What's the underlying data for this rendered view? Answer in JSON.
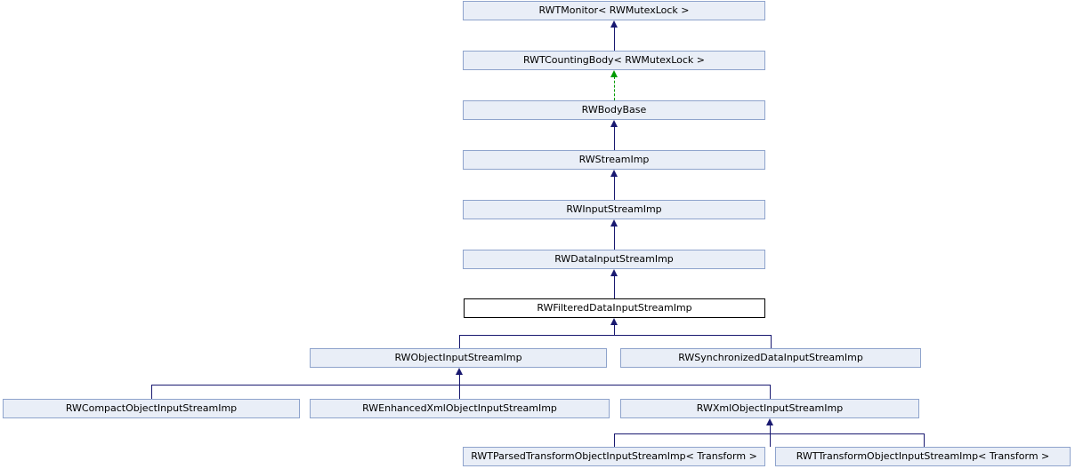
{
  "diagram_type": "class-inheritance-graph",
  "nodes": [
    {
      "label": "RWTMonitor< RWMutexLock >",
      "current": false
    },
    {
      "label": "RWTCountingBody< RWMutexLock >",
      "current": false
    },
    {
      "label": "RWBodyBase",
      "current": false
    },
    {
      "label": "RWStreamImp",
      "current": false
    },
    {
      "label": "RWInputStreamImp",
      "current": false
    },
    {
      "label": "RWDataInputStreamImp",
      "current": false
    },
    {
      "label": "RWFilteredDataInputStreamImp",
      "current": true
    },
    {
      "label": "RWObjectInputStreamImp",
      "current": false
    },
    {
      "label": "RWSynchronizedDataInputStreamImp",
      "current": false
    },
    {
      "label": "RWCompactObjectInputStreamImp",
      "current": false
    },
    {
      "label": "RWEnhancedXmlObjectInputStreamImp",
      "current": false
    },
    {
      "label": "RWXmlObjectInputStreamImp",
      "current": false
    },
    {
      "label": "RWTParsedTransformObjectInputStreamImp< Transform >",
      "current": false
    },
    {
      "label": "RWTTransformObjectInputStreamImp< Transform >",
      "current": false
    }
  ],
  "edges": [
    {
      "from": "RWTCountingBody< RWMutexLock >",
      "to": "RWTMonitor< RWMutexLock >",
      "style": "solid"
    },
    {
      "from": "RWBodyBase",
      "to": "RWTCountingBody< RWMutexLock >",
      "style": "dashed-green"
    },
    {
      "from": "RWStreamImp",
      "to": "RWBodyBase",
      "style": "solid"
    },
    {
      "from": "RWInputStreamImp",
      "to": "RWStreamImp",
      "style": "solid"
    },
    {
      "from": "RWDataInputStreamImp",
      "to": "RWInputStreamImp",
      "style": "solid"
    },
    {
      "from": "RWFilteredDataInputStreamImp",
      "to": "RWDataInputStreamImp",
      "style": "solid"
    },
    {
      "from": "RWObjectInputStreamImp",
      "to": "RWFilteredDataInputStreamImp",
      "style": "solid"
    },
    {
      "from": "RWSynchronizedDataInputStreamImp",
      "to": "RWFilteredDataInputStreamImp",
      "style": "solid"
    },
    {
      "from": "RWCompactObjectInputStreamImp",
      "to": "RWObjectInputStreamImp",
      "style": "solid"
    },
    {
      "from": "RWEnhancedXmlObjectInputStreamImp",
      "to": "RWObjectInputStreamImp",
      "style": "solid"
    },
    {
      "from": "RWXmlObjectInputStreamImp",
      "to": "RWObjectInputStreamImp",
      "style": "solid"
    },
    {
      "from": "RWTParsedTransformObjectInputStreamImp< Transform >",
      "to": "RWXmlObjectInputStreamImp",
      "style": "solid"
    },
    {
      "from": "RWTTransformObjectInputStreamImp< Transform >",
      "to": "RWXmlObjectInputStreamImp",
      "style": "solid"
    }
  ],
  "colors": {
    "node_fill": "#e9eef7",
    "node_border": "#8ea3cc",
    "current_node_fill": "#ffffff",
    "current_node_border": "#000000",
    "inheritance_edge": "#191970",
    "dashed_edge": "#009b00",
    "background": "#ffffff"
  }
}
